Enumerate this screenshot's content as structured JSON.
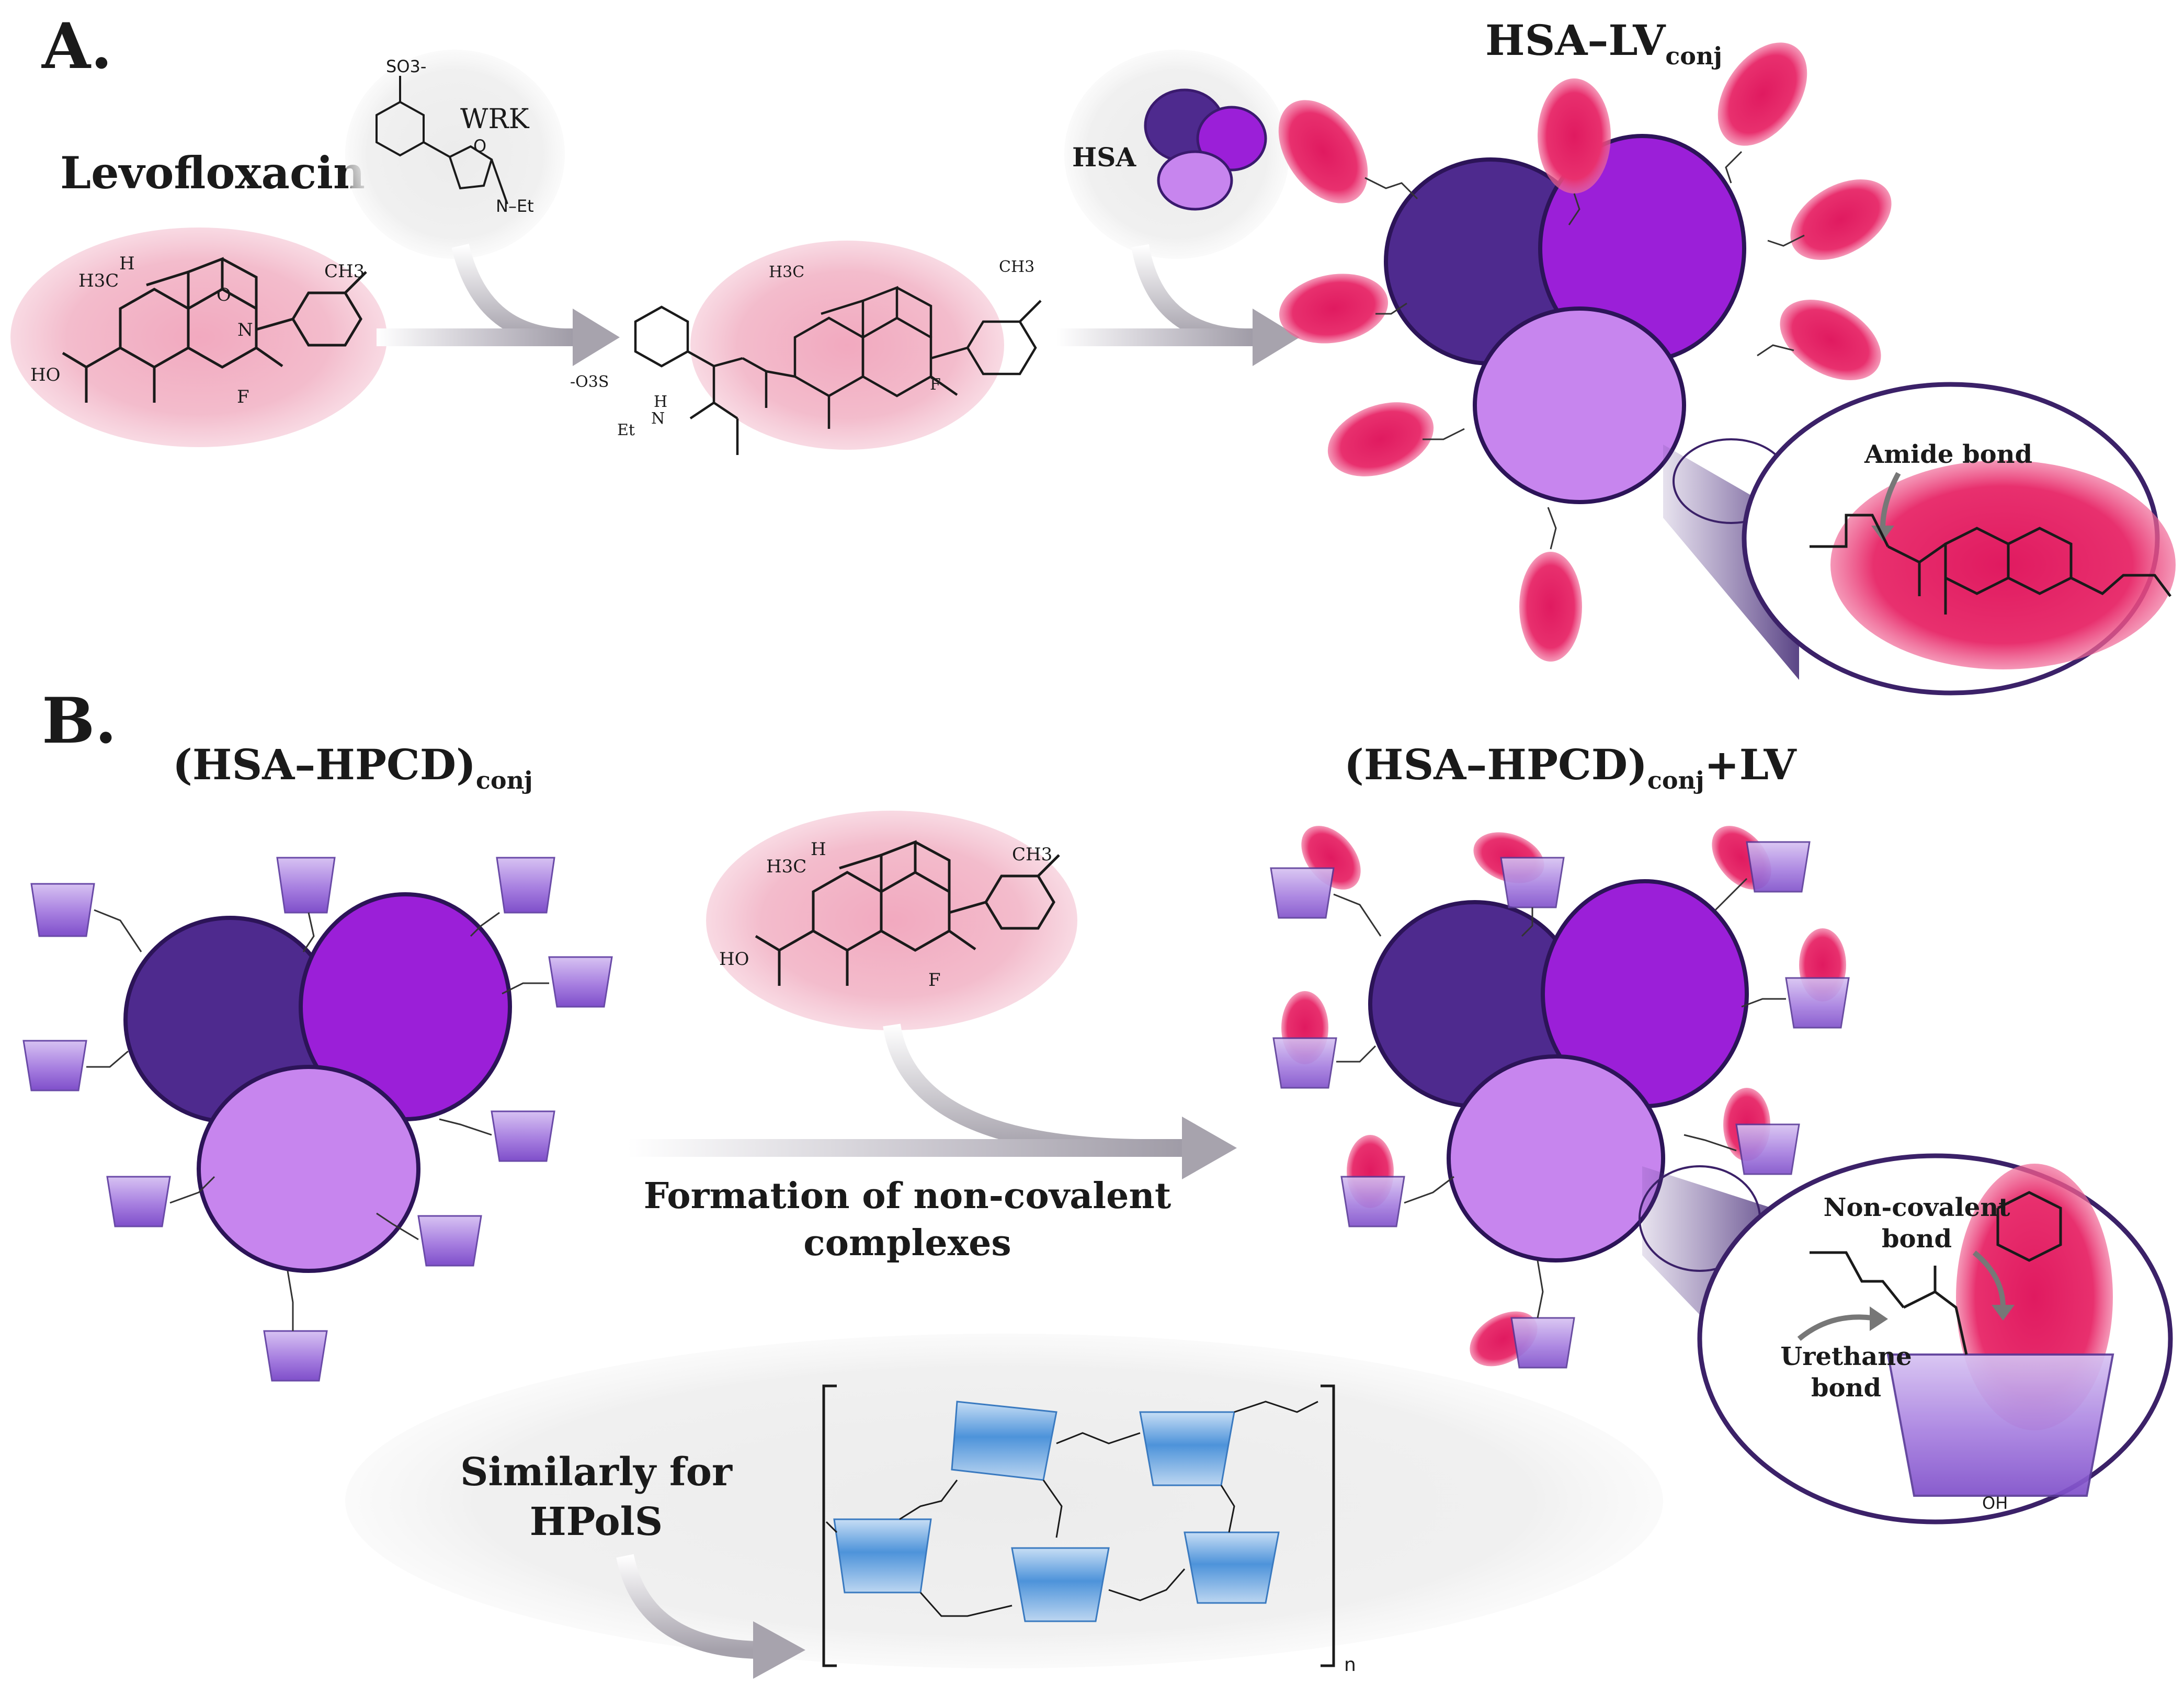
{
  "panel_a": {
    "label": "A.",
    "levofloxacin_title": "Levofloxacin",
    "wrk_label": "WRK",
    "wrk_so3": "SO3-",
    "wrk_net": "N–Et",
    "wrk_o": "O",
    "hsa_label": "HSA",
    "conjugate_title_main": "HSA–LV",
    "conjugate_title_sub": "conj",
    "amide_bond_label": "Amide bond",
    "lv_atoms": {
      "h3c": "H3C",
      "h": "H",
      "ch3": "CH3",
      "ho": "HO",
      "f": "F",
      "o": "O",
      "n": "N"
    },
    "intermediate_atoms": {
      "so3": "-O3S",
      "et": "Et",
      "nh": "N",
      "h": "H"
    }
  },
  "panel_b": {
    "label": "B.",
    "left_title_main": "(HSA–HPCD)",
    "left_title_sub": "conj",
    "right_title_main": "(HSA–HPCD)",
    "right_title_sub": "conj",
    "right_title_suffix": "+LV",
    "arrow_caption_line1": "Formation of non-covalent",
    "arrow_caption_line2": "complexes",
    "noncovalent_line1": "Non-covalent",
    "noncovalent_line2": "bond",
    "urethane_line1": "Urethane",
    "urethane_line2": "bond",
    "similarly_line1": "Similarly for",
    "similarly_line2": "HPolS",
    "polymer_n": "n",
    "oh": "OH"
  },
  "colors": {
    "pink_halo": "#f2b8c8",
    "magenta_drug": "#d8185c",
    "dark_purple": "#4e2a8e",
    "violet": "#9b1fd8",
    "lavender": "#c785ee",
    "cd_purple": "#9a6fd6",
    "cd_blue": "#4a90d6",
    "arrow_gray": "#a7a3ad",
    "bubble_gray": "#efefef"
  }
}
